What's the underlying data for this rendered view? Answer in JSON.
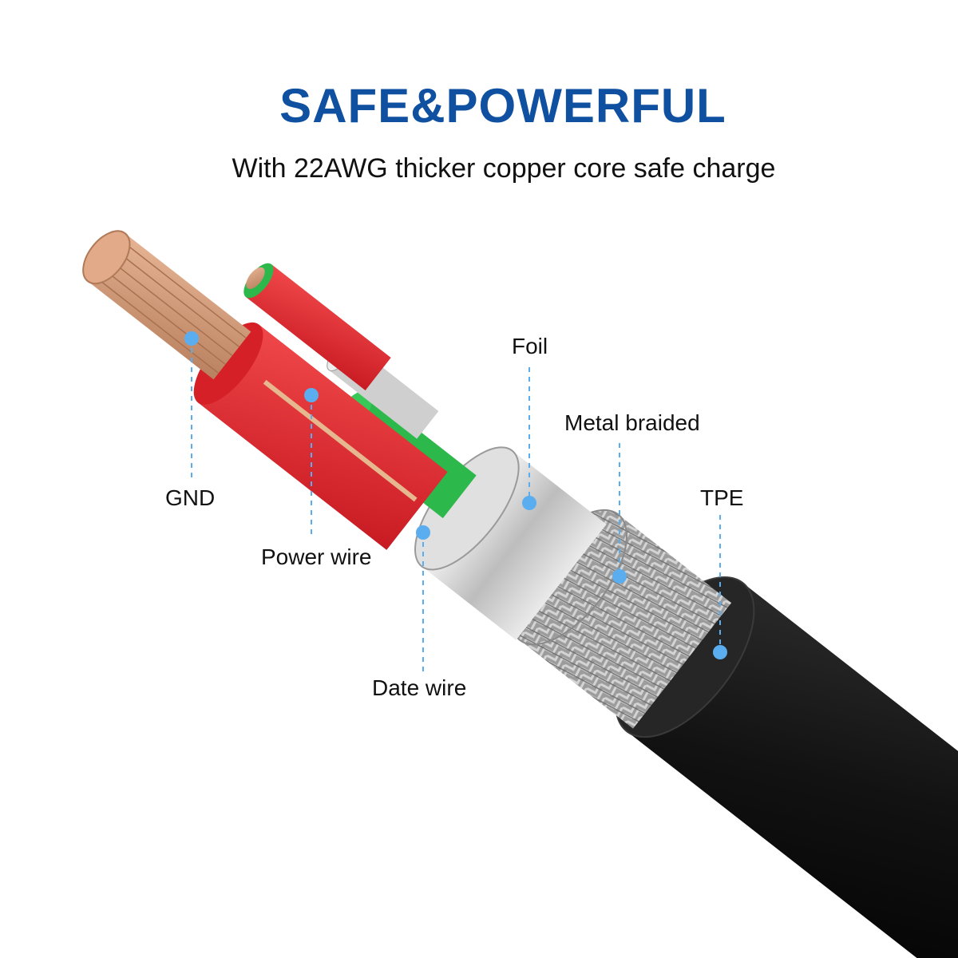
{
  "heading": {
    "title": "SAFE&POWERFUL",
    "subtitle": "With 22AWG thicker copper core safe charge"
  },
  "labels": {
    "gnd": "GND",
    "power_wire": "Power wire",
    "date_wire": "Date wire",
    "foil": "Foil",
    "metal_braided": "Metal braided",
    "tpe": "TPE"
  },
  "colors": {
    "title": "#1050a0",
    "callout": "#5aaef0",
    "copper": "#d49a76",
    "red_insulation": "#e8262c",
    "green_insulation": "#2cb84a",
    "foil": "#d6d6d6",
    "braid": "#a9a9a9",
    "jacket": "#1c1c1c"
  }
}
